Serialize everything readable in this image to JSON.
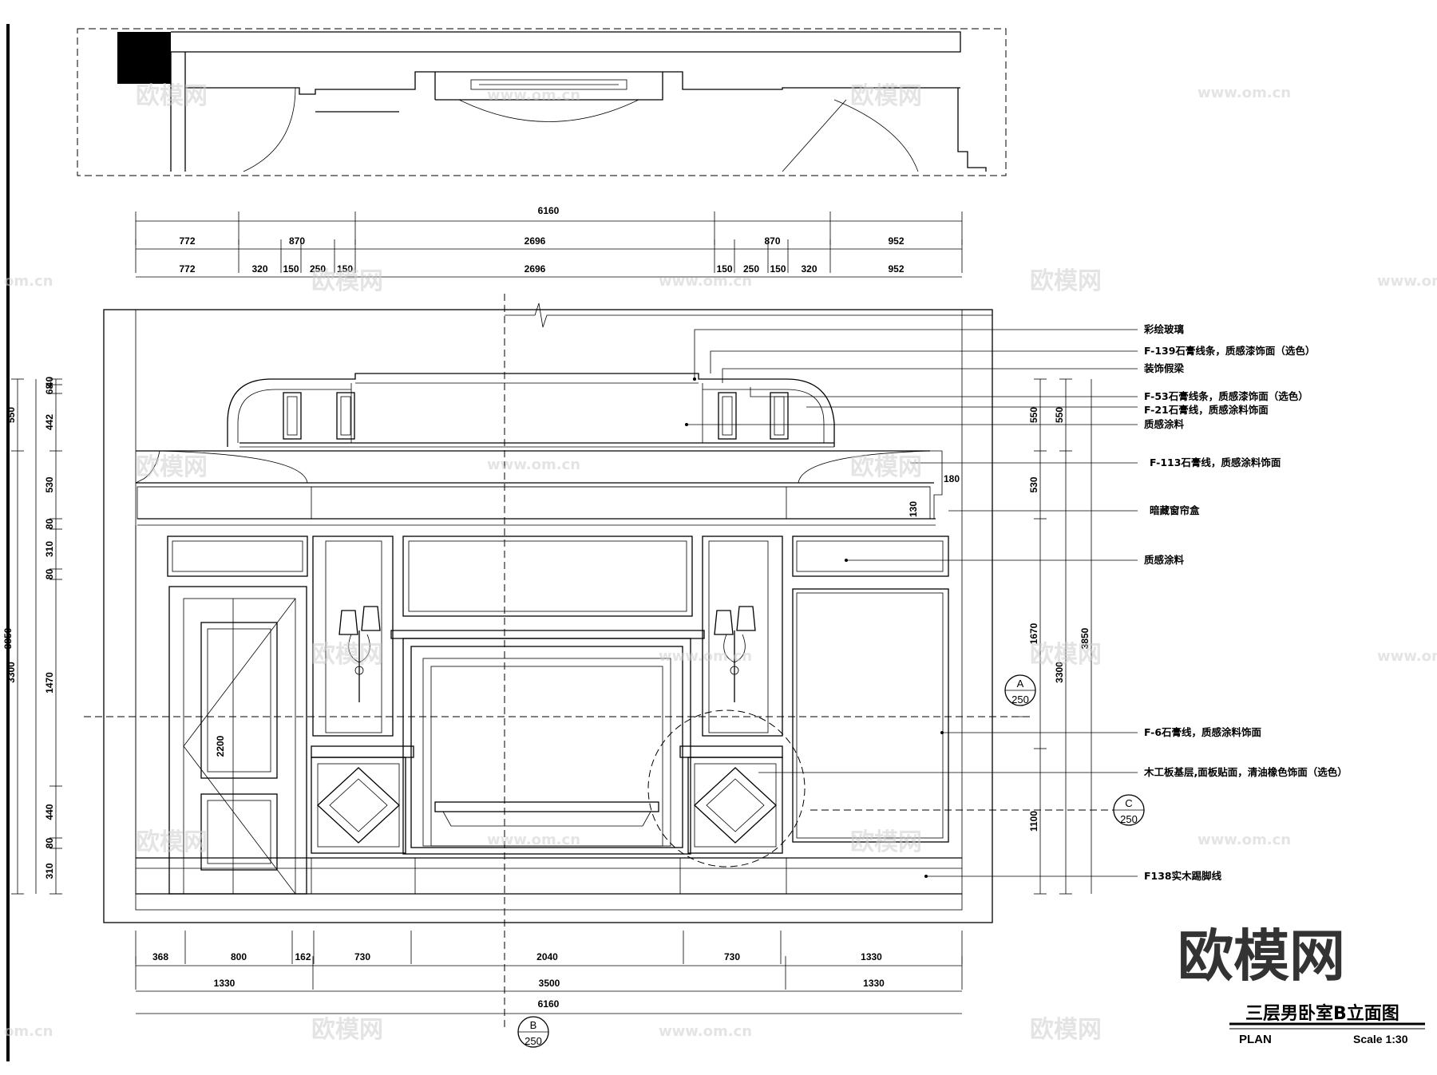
{
  "title_block": {
    "drawing_title": "三层男卧室B立面图",
    "plan_label": "PLAN",
    "scale_label": "Scale 1:30"
  },
  "watermark": {
    "brand": "欧模网",
    "site": "www.om.cn",
    "site_short": "om.cn"
  },
  "dimensions": {
    "top_total": "6160",
    "top_row1": [
      "772",
      "870",
      "2696",
      "870",
      "952"
    ],
    "top_row2": [
      "772",
      "320",
      "150",
      "250",
      "150",
      "2696",
      "150",
      "250",
      "150",
      "320",
      "952"
    ],
    "bottom_row1": [
      "368",
      "800",
      "162",
      "730",
      "2040",
      "730",
      "1330"
    ],
    "bottom_row2": [
      "1330",
      "3500",
      "1330"
    ],
    "bottom_total": "6160",
    "left_outer": [
      "550",
      "3300"
    ],
    "left_inner": [
      "40",
      "68",
      "442",
      "530",
      "80",
      "310",
      "80",
      "1470",
      "440",
      "80",
      "310"
    ],
    "left_overall": "3850",
    "door_height": "2200",
    "right_col1": [
      "550",
      "530",
      "1670",
      "1100"
    ],
    "right_col2": [
      "550",
      "3300"
    ],
    "right_col3": "3850",
    "small": [
      "180",
      "130"
    ]
  },
  "section_markers": [
    {
      "letter": "A",
      "number": "250"
    },
    {
      "letter": "C",
      "number": "250"
    },
    {
      "letter": "B",
      "number": "250"
    }
  ],
  "annotations": [
    "彩绘玻璃",
    "F-139石膏线条，质感漆饰面（选色）",
    "装饰假梁",
    "F-53石膏线条，质感漆饰面（选色）",
    "F-21石膏线，质感涂料饰面",
    "质感涂料",
    "F-113石膏线，质感涂料饰面",
    "暗藏窗帘盒",
    "质感涂料",
    "F-6石膏线，质感涂料饰面",
    "木工板基层,面板贴面，清油橡色饰面（选色）",
    "F138实木踢脚线"
  ]
}
